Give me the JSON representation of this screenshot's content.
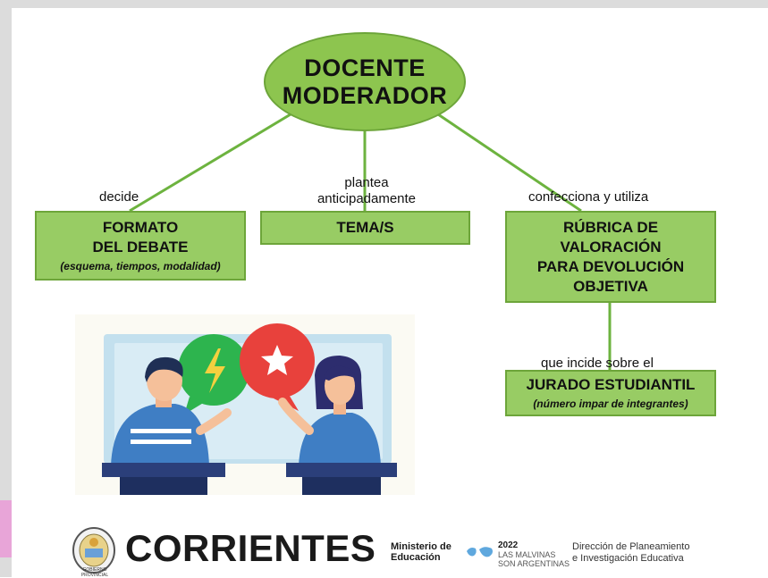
{
  "root": {
    "line1": "DOCENTE",
    "line2": "MODERADOR"
  },
  "branches": [
    {
      "label": "decide",
      "title_lines": [
        "FORMATO",
        "DEL DEBATE"
      ],
      "subtitle": "(esquema, tiempos, modalidad)"
    },
    {
      "label_lines": [
        "plantea",
        "anticipadamente"
      ],
      "title_lines": [
        "TEMA/S"
      ]
    },
    {
      "label": "confecciona y utiliza",
      "title_lines": [
        "RÚBRICA DE",
        "VALORACIÓN",
        "PARA DEVOLUCIÓN",
        "OBJETIVA"
      ]
    }
  ],
  "child": {
    "label": "que incide sobre el",
    "title": "JURADO ESTUDIANTIL",
    "subtitle": "(número impar de integrantes)"
  },
  "footer": {
    "province": "CORRIENTES",
    "seal_text": "GOBIERNO PROVINCIAL",
    "ministry_lines": [
      "Ministerio de",
      "Educación"
    ],
    "malvinas_year": "2022",
    "malvinas_lines": [
      "LAS MALVINAS",
      "SON ARGENTINAS"
    ],
    "direction_lines": [
      "Dirección de Planeamiento",
      "e Investigación Educativa"
    ]
  },
  "colors": {
    "node_fill": "#98cc64",
    "node_border": "#6da53a",
    "oval_fill": "#8dc54f"
  }
}
